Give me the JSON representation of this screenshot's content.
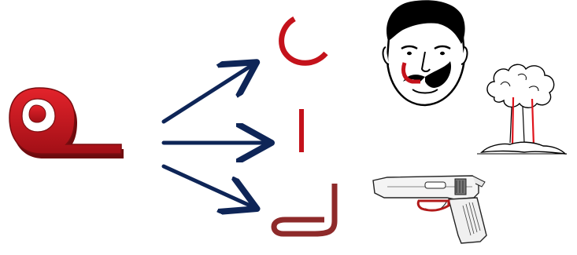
{
  "diagram": {
    "source_glyph": {
      "icon": "malayalam-letter-icon",
      "color": "#c4121b",
      "shadow_color": "#7a0d10"
    },
    "arrows": {
      "color": "#0e2557",
      "count": 3
    },
    "strokes": [
      {
        "name": "arc-stroke",
        "icon": "arc-stroke-icon",
        "color": "#c4121b"
      },
      {
        "name": "vertical-stroke",
        "icon": "vertical-stroke-icon",
        "color": "#c4121b"
      },
      {
        "name": "hook-stroke",
        "icon": "hook-stroke-icon",
        "color": "#8e2a2a"
      }
    ],
    "illustrations": [
      {
        "name": "face-with-mustache",
        "icon": "face-mustache-icon"
      },
      {
        "name": "mushroom-cloud",
        "icon": "mushroom-cloud-icon"
      },
      {
        "name": "pistol",
        "icon": "pistol-icon"
      }
    ]
  }
}
